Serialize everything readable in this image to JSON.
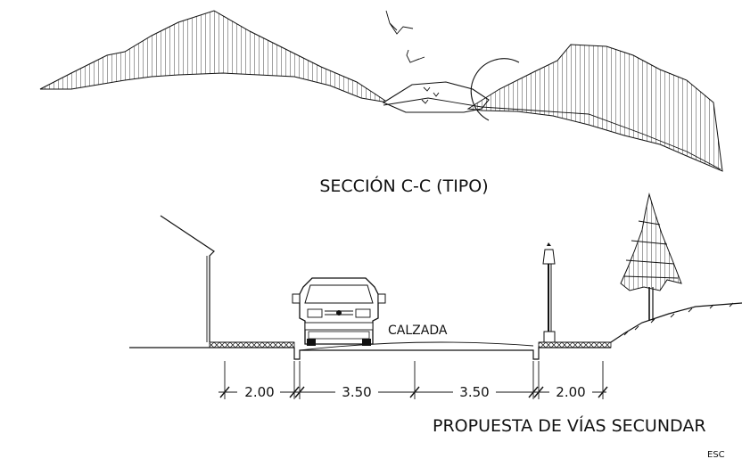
{
  "section_title": "SECCIÓN C-C (TIPO)",
  "road_label": "CALZADA",
  "dimensions": [
    "2.00",
    "3.50",
    "3.50",
    "2.00"
  ],
  "plan_title": "PROPUESTA DE VÍAS SECUNDAR",
  "scale_fragment": "ESC"
}
